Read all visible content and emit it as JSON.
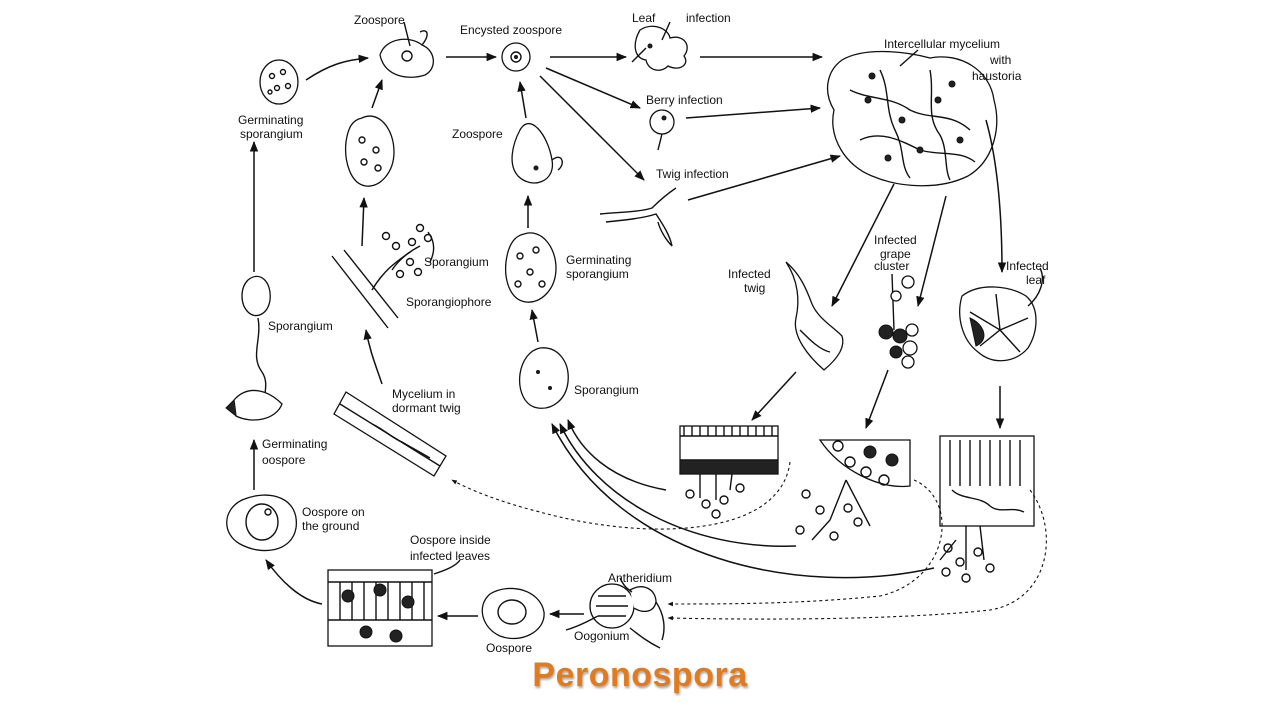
{
  "title": "Peronospora",
  "colors": {
    "title": "#e07b1f",
    "ink": "#111111",
    "background": "#ffffff"
  },
  "labels": {
    "zoospore_top": "Zoospore",
    "encysted_zoospore": "Encysted zoospore",
    "leaf_infection_1": "Leaf",
    "leaf_infection_2": "infection",
    "intercellular_1": "Intercellular mycelium",
    "intercellular_2": "with",
    "intercellular_3": "haustoria",
    "berry_infection": "Berry infection",
    "zoospore_mid": "Zoospore",
    "twig_infection": "Twig infection",
    "germ_sporangium_left_1": "Germinating",
    "germ_sporangium_left_2": "sporangium",
    "sporangium_upper": "Sporangium",
    "sporangiophore": "Sporangiophore",
    "germ_sporangium_mid_1": "Germinating",
    "germ_sporangium_mid_2": "sporangium",
    "infected_twig_1": "Infected",
    "infected_twig_2": "twig",
    "infected_grape_1": "Infected",
    "infected_grape_2": "grape",
    "infected_grape_3": "cluster",
    "infected_leaf_1": "Infected",
    "infected_leaf_2": "leaf",
    "sporangium_left": "Sporangium",
    "mycelium_dormant_1": "Mycelium in",
    "mycelium_dormant_2": "dormant twig",
    "sporangium_mid": "Sporangium",
    "germ_oospore_1": "Germinating",
    "germ_oospore_2": "oospore",
    "oospore_ground_1": "Oospore on",
    "oospore_ground_2": "the ground",
    "oospore_inside_1": "Oospore inside",
    "oospore_inside_2": "infected leaves",
    "antheridium": "Antheridium",
    "oospore_bottom": "Oospore",
    "oogonium": "Oogonium"
  }
}
